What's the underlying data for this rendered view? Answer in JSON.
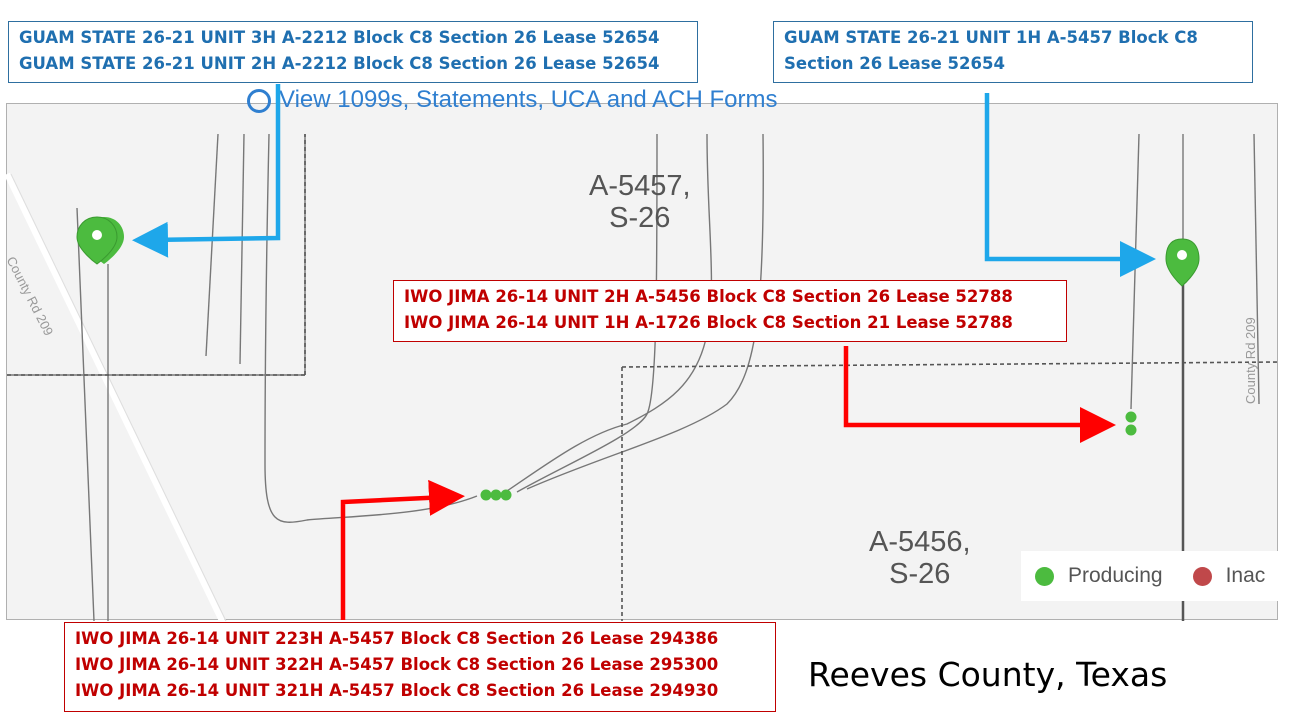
{
  "map": {
    "partial_link_text": "View 1099s, Statements, UCA and ACH Forms",
    "section_labels": [
      {
        "line1": "A-5457,",
        "line2": "S-26"
      },
      {
        "line1": "A-5456,",
        "line2": "S-26"
      }
    ],
    "road_labels": [
      "County Rd 209",
      "County Rd 209"
    ],
    "legend": [
      {
        "label": "Producing",
        "color": "#4cbb3f"
      },
      {
        "label": "Inac",
        "color": "#c0484a"
      }
    ],
    "colors": {
      "producing": "#4cbb3f",
      "blue_arrow": "#1ea7ea",
      "red_arrow": "#ff0000"
    }
  },
  "callouts": {
    "guam_left": [
      "GUAM STATE 26-21 UNIT 3H A-2212 Block C8 Section 26 Lease 52654",
      "GUAM STATE 26-21 UNIT 2H A-2212 Block C8 Section 26 Lease 52654"
    ],
    "guam_right": [
      "GUAM STATE 26-21 UNIT 1H A-5457 Block C8",
      "Section 26 Lease 52654"
    ],
    "iwo_mid": [
      "IWO JIMA 26-14 UNIT 2H A-5456 Block C8 Section 26 Lease 52788",
      "IWO JIMA 26-14 UNIT 1H A-1726 Block C8 Section 21 Lease 52788"
    ],
    "iwo_bottom": [
      "IWO JIMA 26-14 UNIT 223H A-5457 Block C8 Section 26 Lease 294386",
      "IWO JIMA 26-14 UNIT 322H A-5457 Block C8 Section 26 Lease 295300",
      "IWO JIMA 26-14 UNIT 321H A-5457 Block C8 Section 26 Lease 294930"
    ]
  },
  "caption": "Reeves County, Texas"
}
